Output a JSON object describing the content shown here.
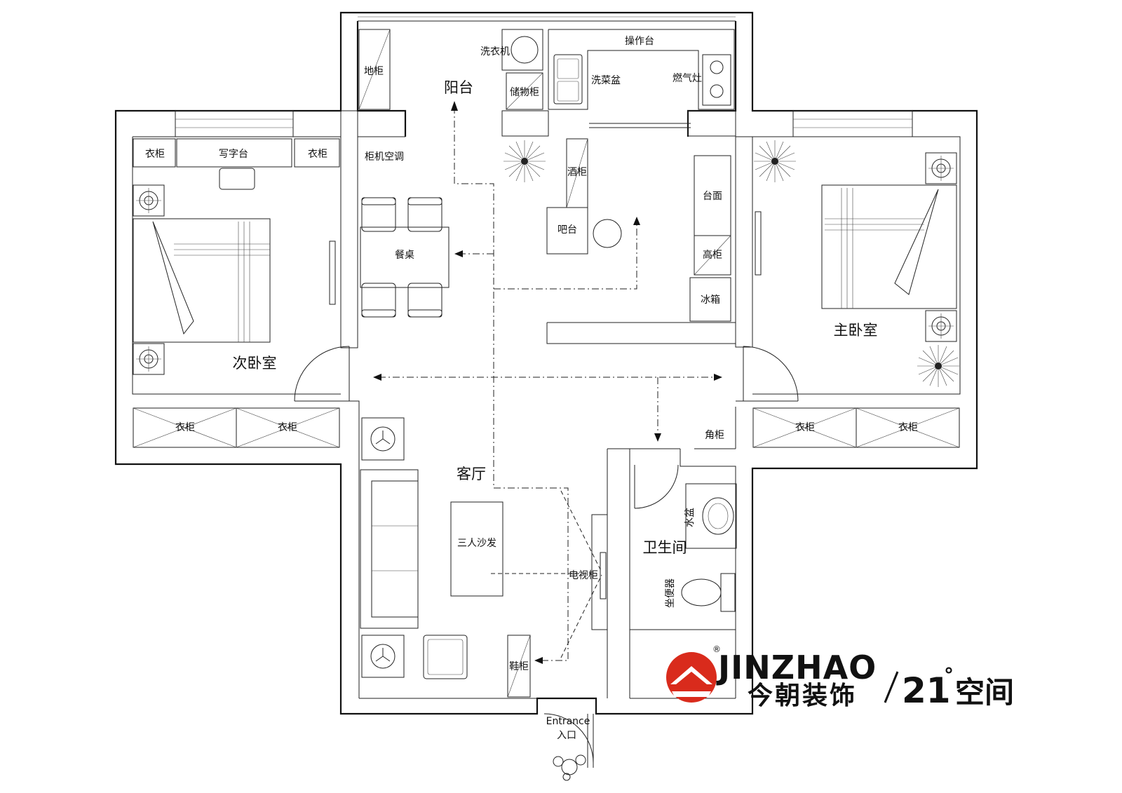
{
  "rooms": {
    "balcony": "阳台",
    "second_bedroom": "次卧室",
    "master_bedroom": "主卧室",
    "living_room": "客厅",
    "bathroom": "卫生间"
  },
  "fixtures": {
    "floor_cabinet": "地柜",
    "washing_machine": "洗衣机",
    "storage_cabinet": "储物柜",
    "worktop": "操作台",
    "sink": "洗菜盆",
    "gas_stove": "燃气灶",
    "wardrobe_left": "衣柜",
    "desk": "写字台",
    "wardrobe_right": "衣柜",
    "cabinet_ac": "柜机空调",
    "wine_cabinet": "酒柜",
    "bar_counter": "吧台",
    "dining_table": "餐桌",
    "countertop": "台面",
    "tall_cabinet": "高柜",
    "fridge": "冰箱",
    "wardrobe_2a": "衣柜",
    "wardrobe_2b": "衣柜",
    "wardrobe_3a": "衣柜",
    "wardrobe_3b": "衣柜",
    "corner_cabinet": "角柜",
    "sofa_3": "三人沙发",
    "wash_basin": "水盆",
    "toilet": "坐便器",
    "tv_cabinet": "电视柜",
    "shoe_cabinet": "鞋柜",
    "entrance_en": "Entrance",
    "entrance_cn": "入口"
  },
  "brand": {
    "name_en": "JINZHAO",
    "name_cn": "今朝装饰",
    "registered": "®",
    "num": "21",
    "degree": "°",
    "tail": "空间",
    "red": "#d92b1c"
  },
  "icons": [
    "plant-icon",
    "lamp-icon",
    "person-icon",
    "logo-icon"
  ]
}
